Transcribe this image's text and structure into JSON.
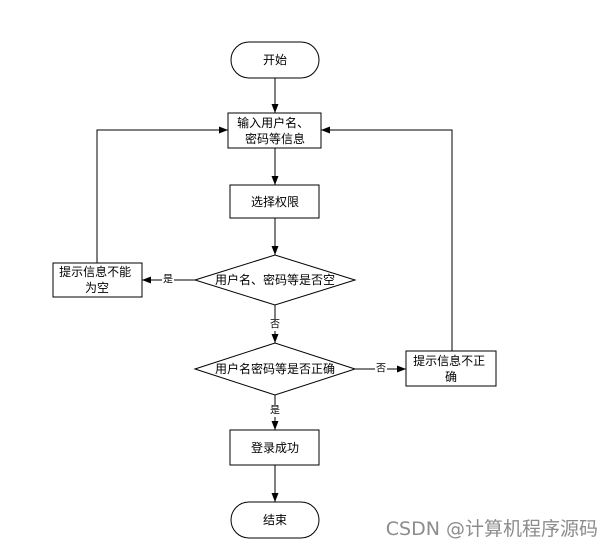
{
  "colors": {
    "background": "#ffffff",
    "stroke": "#000000",
    "text": "#000000",
    "watermark": "#8c8c8c"
  },
  "nodes": {
    "start": {
      "label": "开始"
    },
    "input": {
      "lines": [
        "输入用户名、",
        "密码等信息"
      ]
    },
    "select_permission": {
      "label": "选择权限"
    },
    "check_empty": {
      "label": "用户名、密码等是否空"
    },
    "empty_prompt": {
      "lines": [
        "提示信息不能",
        "为空"
      ]
    },
    "check_correct": {
      "label": "用户名密码等是否正确"
    },
    "incorrect_prompt": {
      "lines": [
        "提示信息不正",
        "确"
      ]
    },
    "success": {
      "label": "登录成功"
    },
    "end": {
      "label": "结束"
    }
  },
  "edges": {
    "empty_yes": "是",
    "empty_no": "否",
    "correct_no": "否",
    "correct_yes": "是"
  },
  "watermark": "CSDN @计算机程序源码"
}
